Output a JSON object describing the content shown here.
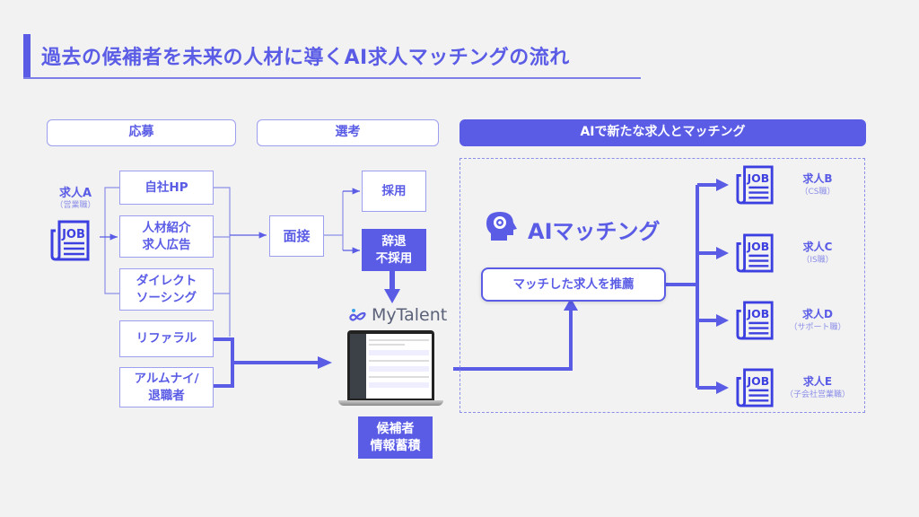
{
  "title": "過去の候補者を未来の人材に導くAI求人マッチングの流れ",
  "colors": {
    "accent": "#5a5ce6",
    "light_border": "#9c9eef",
    "background": "#f2f2f2"
  },
  "sections": {
    "apply": "応募",
    "selection": "選考",
    "ai_matching": "AIで新たな求人とマッチング"
  },
  "source_job": {
    "label": "求人A",
    "sub": "（営業職）",
    "icon": "job-newspaper-icon"
  },
  "channels": [
    {
      "label": "自社HP"
    },
    {
      "label": "人材紹介\n求人広告"
    },
    {
      "label": "ダイレクト\nソーシング"
    },
    {
      "label": "リファラル"
    },
    {
      "label": "アルムナイ/\n退職者"
    }
  ],
  "selection": {
    "interview": "面接",
    "hired": "採用",
    "declined": "辞退\n不採用"
  },
  "mytalent": {
    "logo_text": "MyTalent",
    "icon": "infinity-person-icon",
    "storage_label": "候補者\n情報蓄積"
  },
  "ai": {
    "title": "AIマッチング",
    "icon": "head-gear-icon",
    "recommend": "マッチした求人を推薦"
  },
  "matched_jobs": [
    {
      "label": "求人B",
      "sub": "（CS職）"
    },
    {
      "label": "求人C",
      "sub": "（IS職）"
    },
    {
      "label": "求人D",
      "sub": "（サポート職）"
    },
    {
      "label": "求人E",
      "sub": "（子会社営業職）"
    }
  ]
}
